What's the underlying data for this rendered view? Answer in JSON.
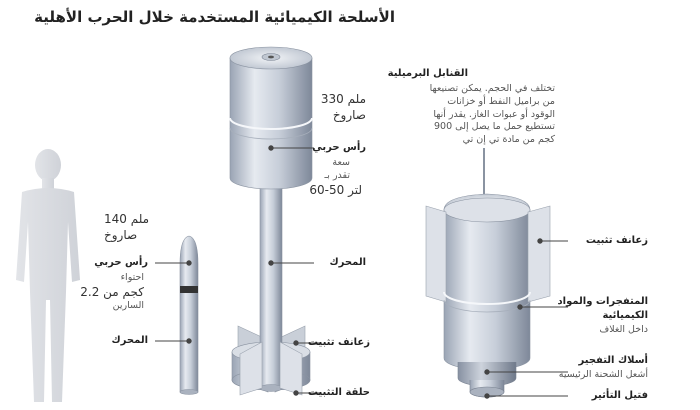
{
  "title": "الأسلحة الكيميائية المستخدمة خلال الحرب الأهلية",
  "rocket_330": {
    "caliber_line1": "ملم 330",
    "caliber_line2": "صاروخ",
    "warhead_label": "رأس حربي",
    "warhead_desc": [
      "سعة",
      "تقدر بـ",
      "لتر 50-60"
    ],
    "engine_label": "المحرك",
    "fins_label": "زعانف تثبيت",
    "ring_label": "حلقة التثبيت"
  },
  "rocket_140": {
    "caliber_line1": "ملم 140",
    "caliber_line2": "صاروخ",
    "warhead_label": "رأس حربي",
    "warhead_desc": [
      "احتواء",
      "كجم من 2.2",
      "السارين"
    ],
    "engine_label": "المحرك"
  },
  "barrel_bomb": {
    "title": "القنابل البرميلية",
    "desc": "تختلف في الحجم. يمكن تصنيعها من براميل النفط أو خزانات الوقود أو عبوات الغاز. يقدر أنها تستطيع حمل ما يصل إلى 900 كجم من مادة تي إن تي",
    "fins_label": "زعانف تثبيت",
    "explosives_label_line1": "المتفجرات والمواد",
    "explosives_label_line2": "الكيميائية",
    "explosives_sub": "داخل الغلاف",
    "wires_label": "أسلاك التفجير",
    "wires_sub": "أشعل الشحنة الرئيسية",
    "fuse_label": "فتيل التأثير"
  }
}
